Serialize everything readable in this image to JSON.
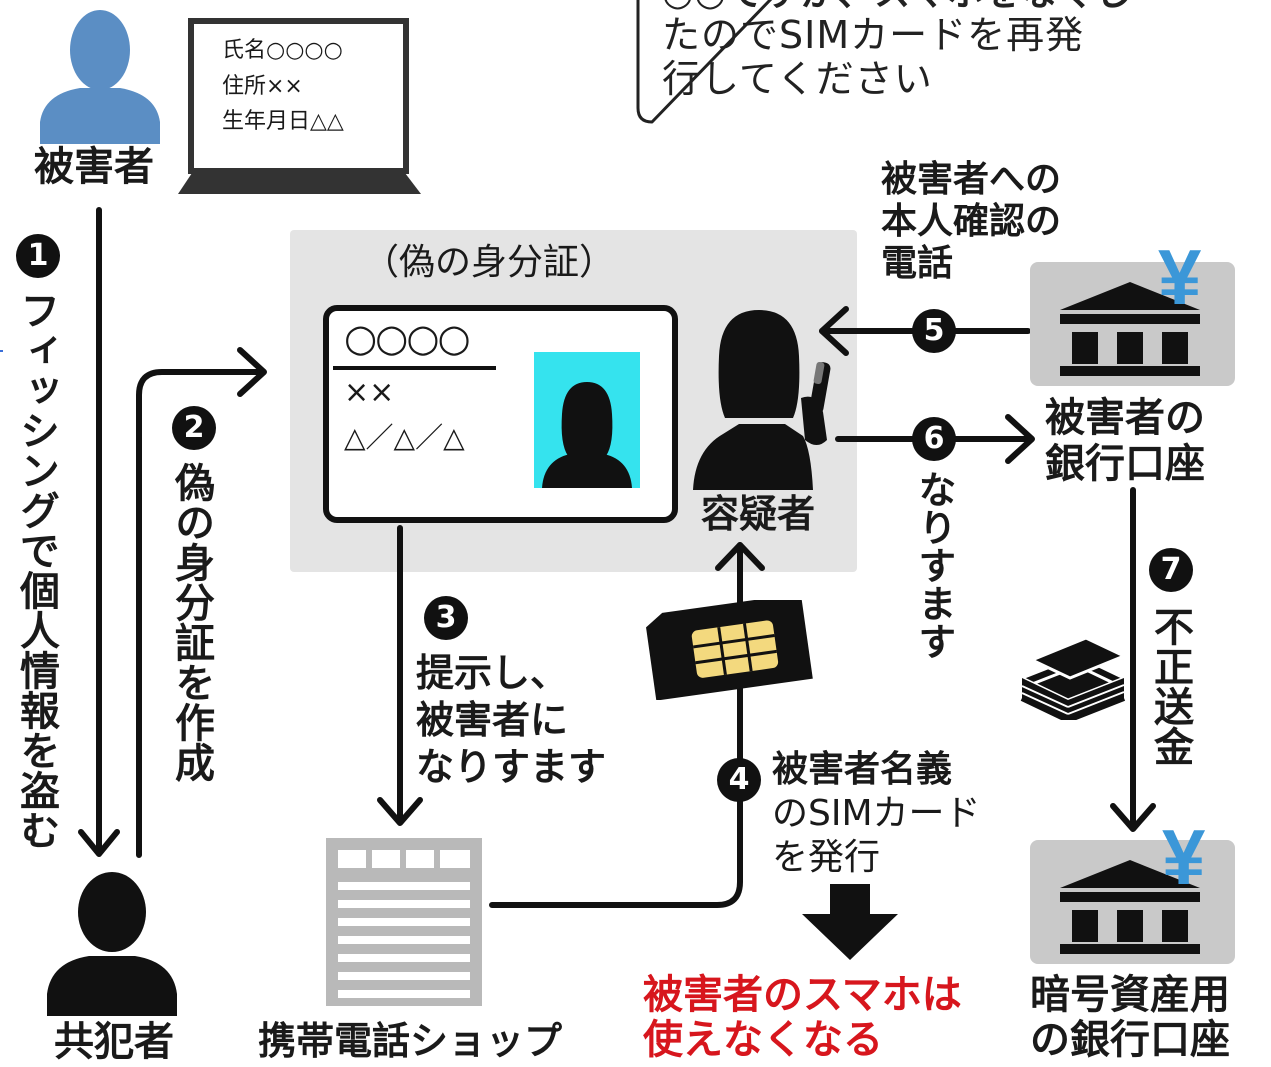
{
  "speech_bubble": {
    "line1": "○○ですが、スマホをなくし",
    "line2": "たのでSIMカードを再発",
    "line3": "行してください"
  },
  "victim": {
    "label": "被害者"
  },
  "laptop": {
    "line1": "氏名○○○○",
    "line2": "住所××",
    "line3": "生年月日△△"
  },
  "fake_id_panel": {
    "title": "（偽の身分証）",
    "name_line": "○○○○",
    "address_line": "××",
    "dob_line": "△／△／△"
  },
  "suspect": {
    "label": "容疑者"
  },
  "accomplice": {
    "label": "共犯者"
  },
  "mobile_shop": {
    "label": "携帯電話ショップ"
  },
  "victim_bank": {
    "label_line1": "被害者の",
    "label_line2": "銀行口座",
    "currency_symbol": "¥"
  },
  "crypto_bank": {
    "label_line1": "暗号資産用",
    "label_line2": "の銀行口座",
    "currency_symbol": "¥"
  },
  "note_confirmation_call": {
    "line1": "被害者への",
    "line2": "本人確認の",
    "line3": "電話"
  },
  "steps": {
    "s1": {
      "number": "1",
      "text": "フィッシングで個人情報を盗む"
    },
    "s2": {
      "number": "2",
      "text": "偽の身分証を作成"
    },
    "s3": {
      "number": "3",
      "line1": "提示し、",
      "line2": "被害者に",
      "line3": "なりすます"
    },
    "s4": {
      "number": "4",
      "line1": "被害者名義",
      "line2": "のSIMカード",
      "line3": "を発行"
    },
    "s5": {
      "number": "5"
    },
    "s6": {
      "number": "6",
      "text": "なりすます"
    },
    "s7": {
      "number": "7",
      "text": "不正送金"
    }
  },
  "consequence": {
    "line1": "被害者のスマホは",
    "line2": "使えなくなる",
    "color": "#d7161d"
  },
  "colors": {
    "person_blue": "#5b8ec4",
    "id_photo_bg": "#35e3ee",
    "panel_gray": "#e4e4e4",
    "bank_gray": "#c9c9c9",
    "yen_blue": "#3b97d8",
    "sim_gold": "#f3d97e"
  },
  "icons": [
    "person-silhouette-icon",
    "laptop-icon",
    "id-card-icon",
    "phone-caller-icon",
    "bank-building-icon",
    "yen-icon",
    "sim-card-icon",
    "shop-building-icon",
    "money-stack-icon",
    "down-arrow-icon"
  ]
}
